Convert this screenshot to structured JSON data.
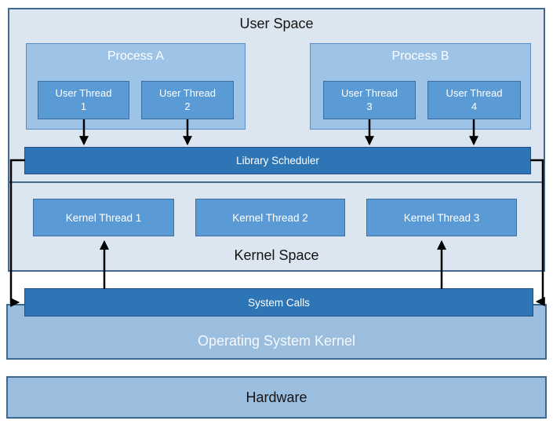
{
  "colors": {
    "canvas_bg": "#ffffff",
    "space_box_fill": "#dce6f1",
    "space_box_border": "#44688f",
    "process_fill": "#9dc3e6",
    "process_border": "#5a8fc4",
    "thread_fill": "#5b9bd5",
    "thread_border": "#3c6f9f",
    "bar_fill": "#2e75b6",
    "bar_border": "#205285",
    "kernel_block_fill": "#9bbedf",
    "kernel_block_border": "#3a688f",
    "arrow_color": "#000000",
    "dark_text": "#141414",
    "light_text": "#ffffff"
  },
  "user_space": {
    "label": "User Space",
    "processes": [
      {
        "label": "Process A",
        "threads": [
          {
            "name": "User Thread",
            "number": "1"
          },
          {
            "name": "User Thread",
            "number": "2"
          }
        ]
      },
      {
        "label": "Process B",
        "threads": [
          {
            "name": "User Thread",
            "number": "3"
          },
          {
            "name": "User Thread",
            "number": "4"
          }
        ]
      }
    ]
  },
  "library_scheduler": {
    "label": "Library Scheduler"
  },
  "kernel_space": {
    "label": "Kernel Space",
    "threads": [
      {
        "label": "Kernel Thread 1"
      },
      {
        "label": "Kernel Thread 2"
      },
      {
        "label": "Kernel Thread 3"
      }
    ]
  },
  "system_calls": {
    "label": "System Calls"
  },
  "os_kernel": {
    "label": "Operating System Kernel"
  },
  "hardware": {
    "label": "Hardware"
  }
}
